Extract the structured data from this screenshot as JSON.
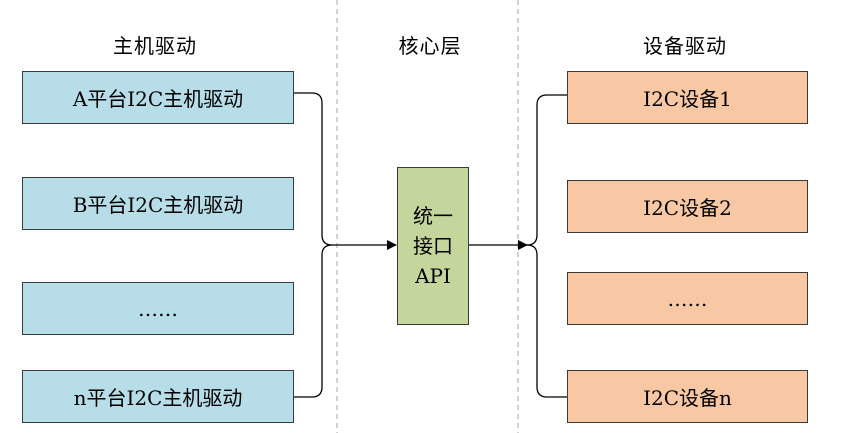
{
  "headers": {
    "host": "主机驱动",
    "core": "核心层",
    "device": "设备驱动"
  },
  "host_drivers": [
    {
      "label": "A平台I2C主机驱动"
    },
    {
      "label": "B平台I2C主机驱动"
    },
    {
      "label": "……"
    },
    {
      "label": "n平台I2C主机驱动"
    }
  ],
  "core": {
    "lines": [
      "统一",
      "接口",
      "API"
    ]
  },
  "devices": [
    {
      "label": "I2C设备1"
    },
    {
      "label": "I2C设备2"
    },
    {
      "label": "……"
    },
    {
      "label": "I2C设备n"
    }
  ],
  "colors": {
    "host_fill": "#b7dde8",
    "device_fill": "#f8c7a3",
    "core_fill": "#c4d69b",
    "border": "#3a3a3a",
    "divider": "#a6a6a6"
  }
}
